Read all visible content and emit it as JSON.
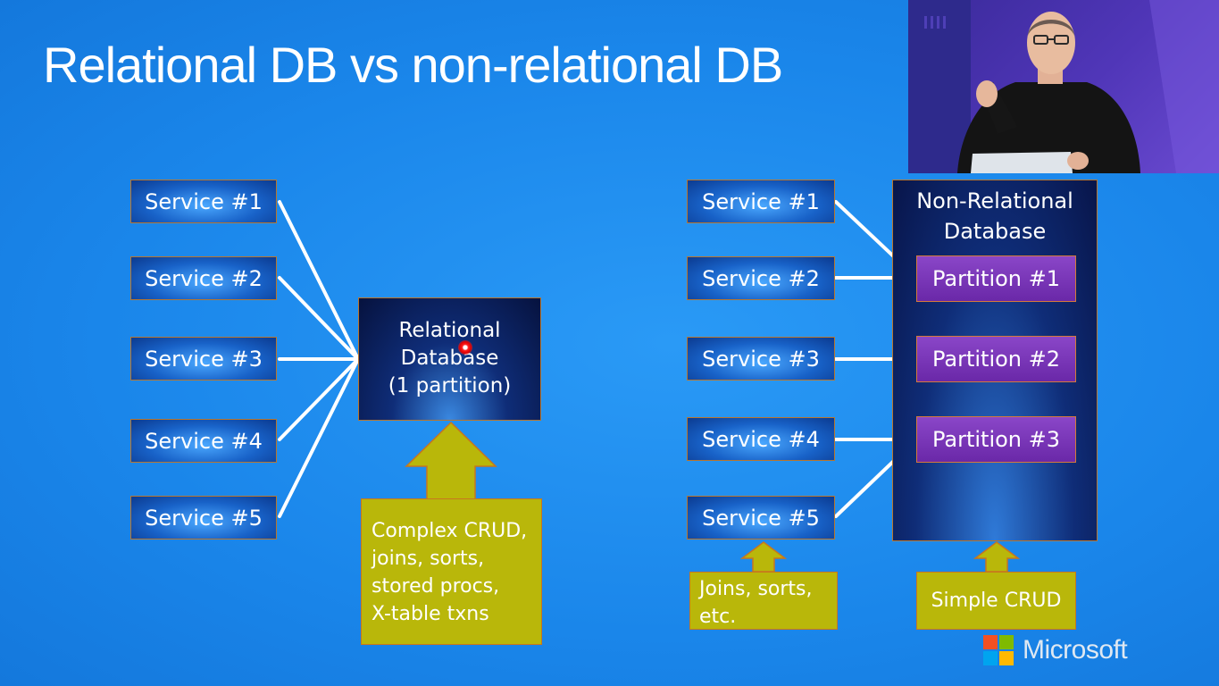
{
  "title": "Relational DB vs non-relational DB",
  "left": {
    "services": [
      "Service #1",
      "Service #2",
      "Service #3",
      "Service #4",
      "Service #5"
    ],
    "database": {
      "line1": "Relational",
      "line2": "Database",
      "line3": "(1 partition)"
    },
    "note": [
      "Complex CRUD,",
      "joins, sorts,",
      "stored procs,",
      "X-table txns"
    ]
  },
  "right": {
    "services": [
      "Service #1",
      "Service #2",
      "Service #3",
      "Service #4",
      "Service #5"
    ],
    "database": {
      "line1": "Non-Relational",
      "line2": "Database"
    },
    "partitions": [
      "Partition #1",
      "Partition #2",
      "Partition #3"
    ],
    "service_note": [
      "Joins, sorts,",
      "etc."
    ],
    "db_note": "Simple CRUD"
  },
  "brand": {
    "name": "Microsoft",
    "logo_colors": [
      "#f25022",
      "#7fba00",
      "#00a4ef",
      "#ffb900"
    ]
  },
  "colors": {
    "background": "#1a86ea",
    "note_fill": "#b9b70a",
    "partition_fill": "#7a36b8",
    "box_border": "#b8762e"
  }
}
